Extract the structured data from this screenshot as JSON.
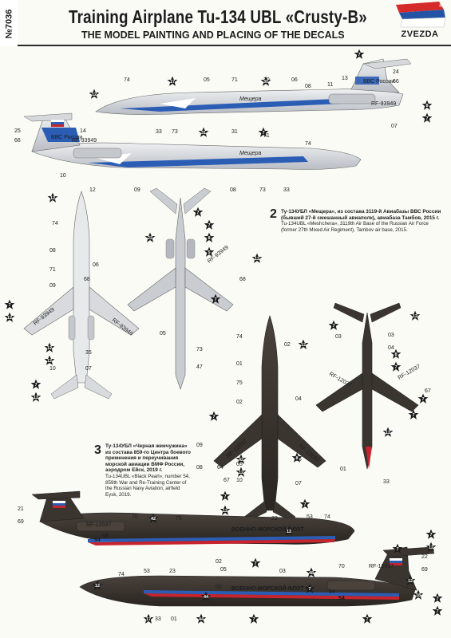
{
  "header": {
    "sku": "№7036",
    "title": "Training Airplane Tu-134 UBL «Crusty-B»",
    "subtitle": "THE MODEL PAINTING AND PLACING OF THE DECALS",
    "brand": "ZVEZDA",
    "logo_colors": [
      "#d42a2a",
      "#2453a6",
      "#ffffff"
    ]
  },
  "scheme2": {
    "number": "2",
    "text_ru": "Ту-134УБЛ «Мещера», из состава 3119-й Авиабазы ВВС России (бывший 27-й смешанный авиаполк), авиабаза Тамбов, 2015 г.",
    "text_en": "Tu-134UBL «Meshchera», 3119th Air Base of the Russian Air Force (former 27th Mixed Air Regiment), Tambov air base, 2015."
  },
  "scheme3": {
    "number": "3",
    "text_ru": "Ту-134УБЛ «Черная жемчужина» из состава 859-го Центра боевого применения и переучивания морской авиации ВМФ России, аэродром Ейск, 2019 г.",
    "text_en": "Tu-134UBL «Black Pearl», number 54, 859th War and Re-Training Center of the Russian Navy Aviation, airfield Eysk, 2019."
  },
  "colors": {
    "paint_light": "#dfe1e5",
    "paint_silver": "#c9ccd1",
    "paint_dark": "#3b3530",
    "stripe_blue": "#2c5db5",
    "flag_red": "#c8242d",
    "star_fill": "#1b1b1b"
  },
  "callouts": {
    "a": [
      "74",
      "05",
      "71",
      "30",
      "06",
      "08",
      "11",
      "13",
      "24",
      "66",
      "25",
      "66",
      "14",
      "33",
      "73",
      "31",
      "09",
      "12",
      "10",
      "08",
      "73",
      "33",
      "74",
      "71",
      "07"
    ],
    "b": [
      "74",
      "08",
      "71",
      "06",
      "09",
      "68",
      "35",
      "47",
      "05",
      "10",
      "07",
      "73",
      "68"
    ],
    "c": [
      "74",
      "02",
      "01",
      "75",
      "04",
      "03",
      "08",
      "64",
      "67",
      "06",
      "10",
      "07",
      "05",
      "09",
      "03",
      "04",
      "01",
      "33",
      "67",
      "02"
    ],
    "d": [
      "21",
      "69",
      "70",
      "75",
      "23",
      "53",
      "74",
      "54",
      "02",
      "22",
      "69",
      "70",
      "54",
      "53",
      "74",
      "23",
      "05",
      "03",
      "02",
      "01",
      "33"
    ],
    "stars": [
      "7",
      "12",
      "17",
      "30",
      "31",
      "8",
      "9",
      "5",
      "6",
      "42",
      "44",
      "22",
      "48",
      "18"
    ]
  },
  "aircraft_texts": {
    "reg_light": "RF-93949",
    "name_light": "Мещера",
    "vvs": "ВВС России",
    "reg_dark": "RF-12037",
    "navy": "ВОЕННО-МОРСКОЙ ФЛОТ",
    "side_number": "54"
  }
}
